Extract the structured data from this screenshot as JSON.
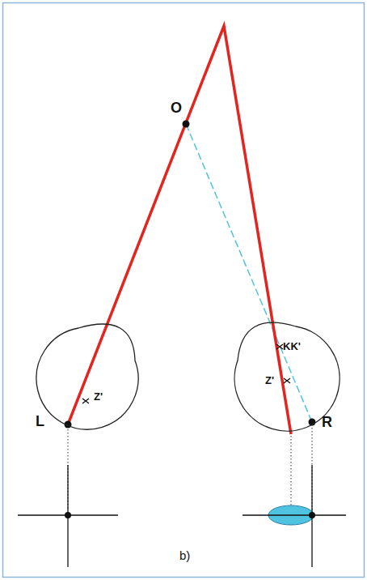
{
  "diagram": {
    "nodes": [
      {
        "text": [
          "Z'"
        ]
      },
      {
        "text": [
          "KK'",
          "Z'"
        ]
      }
    ],
    "labels": [
      "O",
      "L",
      "R",
      "b)"
    ]
  }
}
